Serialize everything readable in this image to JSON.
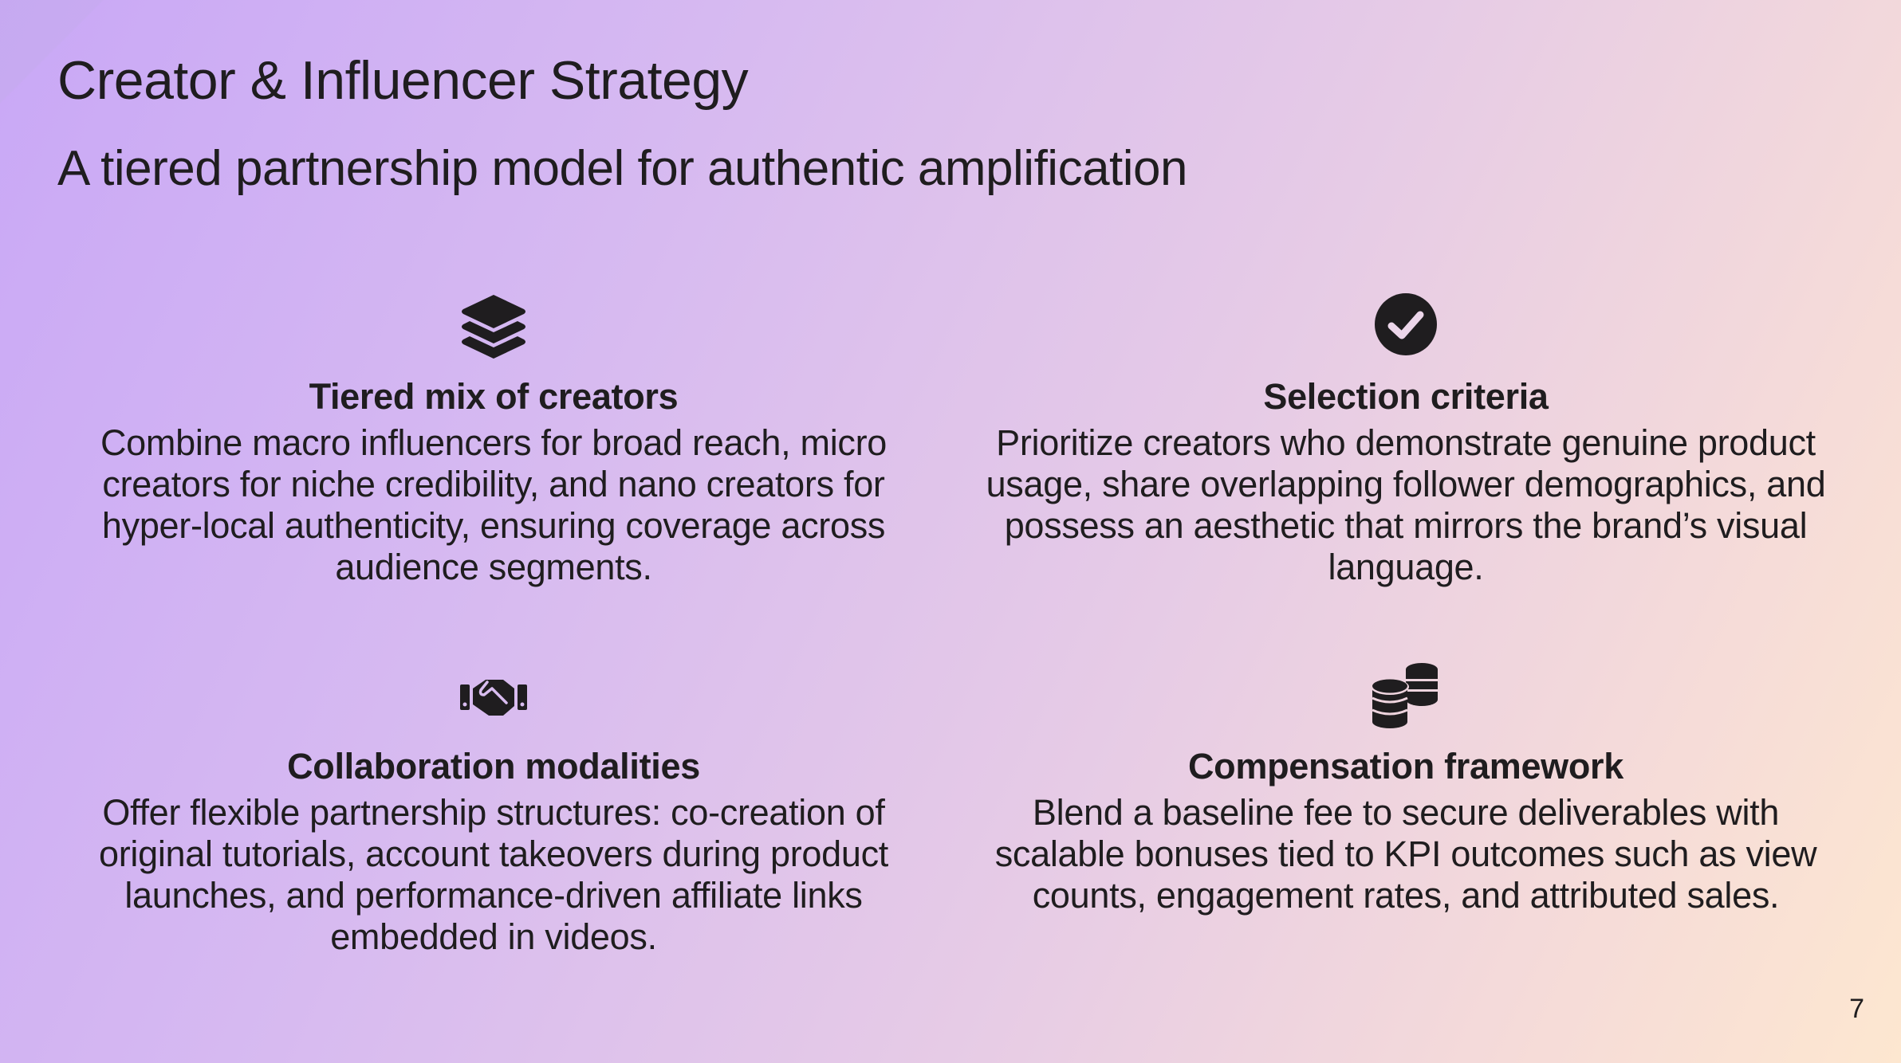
{
  "slide": {
    "title": "Creator & Influencer Strategy",
    "subtitle": "A tiered partnership model for authentic amplification",
    "page_number": "7",
    "colors": {
      "text": "#1f1d1f",
      "bg_start": "#c9a8f6",
      "bg_end": "#fde7d0"
    }
  },
  "cards": [
    {
      "icon": "layers-icon",
      "heading": "Tiered mix of creators",
      "body": "Combine macro influencers for broad reach, micro creators for niche credibility, and nano creators for hyper-local authenticity, ensuring coverage across audience segments."
    },
    {
      "icon": "check-circle-icon",
      "heading": "Selection criteria",
      "body": "Prioritize creators who demonstrate genuine product usage, share overlapping follower demographics, and possess an aesthetic that mirrors the brand’s visual language."
    },
    {
      "icon": "handshake-icon",
      "heading": "Collaboration modalities",
      "body": "Offer flexible partnership structures: co-creation of original tutorials, account takeovers during product launches, and performance-driven affiliate links embedded in videos."
    },
    {
      "icon": "coins-icon",
      "heading": "Compensation framework",
      "body": "Blend a baseline fee to secure deliverables with scalable bonuses tied to KPI outcomes such as view counts, engagement rates, and attributed sales."
    }
  ]
}
